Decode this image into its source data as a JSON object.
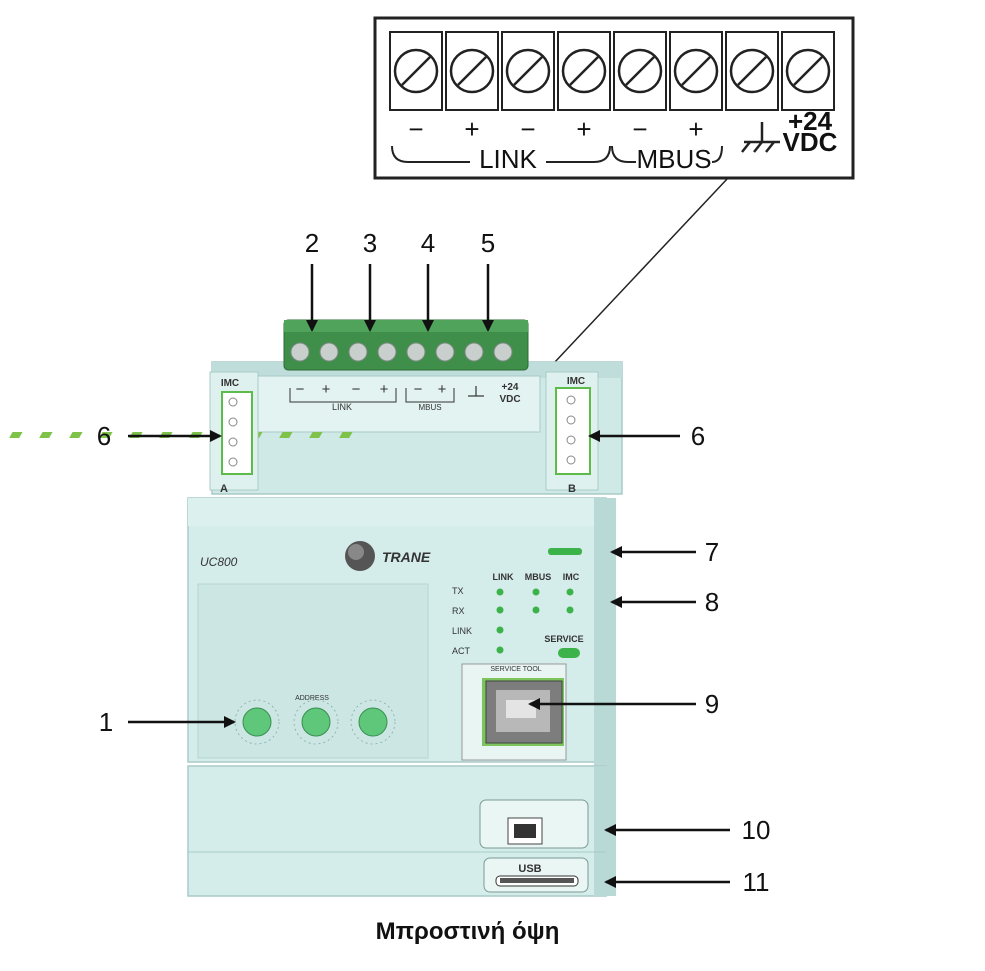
{
  "terminal_block": {
    "polarity": [
      "−",
      "+",
      "−",
      "+",
      "−",
      "+"
    ],
    "supply_label_line1": "+24",
    "supply_label_line2": "VDC",
    "group_link": "LINK",
    "group_mbus": "MBUS"
  },
  "device": {
    "model": "UC800",
    "brand": "TRANE",
    "imc_left": "IMC",
    "imc_right": "IMC",
    "port_a": "A",
    "port_b": "B",
    "connector_link": "LINK",
    "connector_mbus": "MBUS",
    "connector_supply_line1": "+24",
    "connector_supply_line2": "VDC",
    "led_columns": [
      "LINK",
      "MBUS",
      "IMC"
    ],
    "led_rows": [
      "TX",
      "RX",
      "LINK",
      "ACT"
    ],
    "service_label": "SERVICE",
    "service_tool_label": "SERVICE TOOL",
    "address_label": "ADDRESS",
    "usb_label": "USB"
  },
  "callouts": {
    "c1": "1",
    "c2": "2",
    "c3": "3",
    "c4": "4",
    "c5": "5",
    "c6_left": "6",
    "c6_right": "6",
    "c7": "7",
    "c8": "8",
    "c9": "9",
    "c10": "10",
    "c11": "11"
  },
  "caption": "Μπροστινή όψη",
  "colors": {
    "housing": "#cfe9e7",
    "housing_shade": "#b3d6d3",
    "terminal_green": "#3f8f4a",
    "led_green": "#3cb34a",
    "stripe_green": "#7fc24a"
  }
}
